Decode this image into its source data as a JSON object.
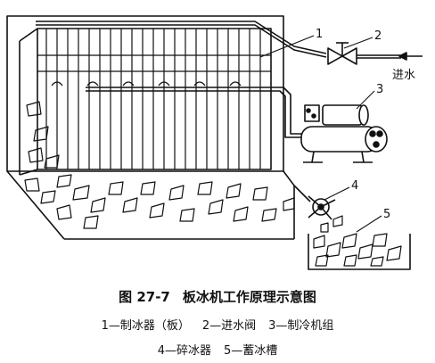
{
  "diagram": {
    "labels": {
      "p1": "1",
      "p2": "2",
      "p3": "3",
      "p4": "4",
      "p5": "5",
      "inlet": "进水"
    }
  },
  "caption": {
    "figure_number": "图 27-7",
    "figure_title": "板冰机工作原理示意图",
    "legend_row1": [
      "1—制冰器（板）",
      "2—进水阀",
      "3—制冷机组"
    ],
    "legend_row2": [
      "4—碎冰器",
      "5—蓄冰槽"
    ]
  }
}
